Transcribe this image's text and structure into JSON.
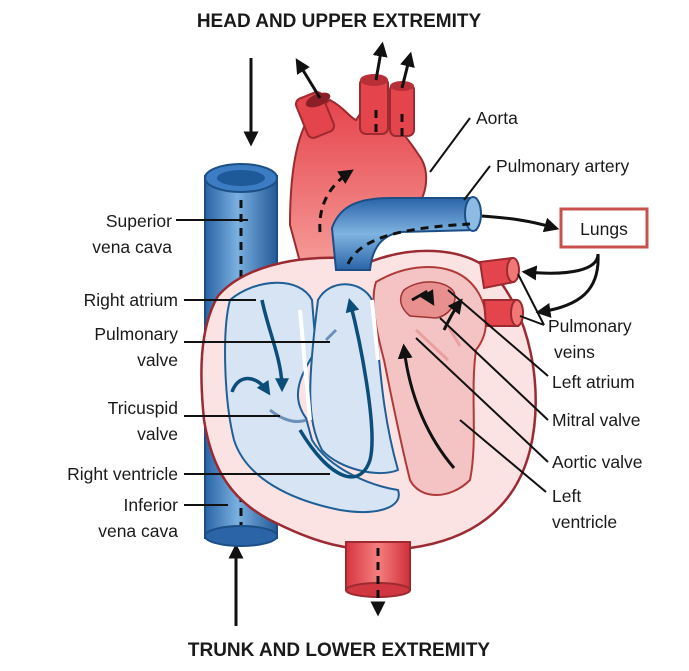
{
  "title_top": "HEAD AND UPPER EXTREMITY",
  "title_bottom": "TRUNK AND LOWER EXTREMITY",
  "labels": {
    "aorta": "Aorta",
    "pulmonary_artery": "Pulmonary artery",
    "lungs": "Lungs",
    "superior_vena_cava_1": "Superior",
    "superior_vena_cava_2": "vena cava",
    "right_atrium": "Right atrium",
    "pulmonary_valve_1": "Pulmonary",
    "pulmonary_valve_2": "valve",
    "tricuspid_valve_1": "Tricuspid",
    "tricuspid_valve_2": "valve",
    "right_ventricle": "Right ventricle",
    "inferior_vena_cava_1": "Inferior",
    "inferior_vena_cava_2": "vena cava",
    "pulmonary_veins_1": "Pulmonary",
    "pulmonary_veins_2": "veins",
    "left_atrium": "Left atrium",
    "mitral_valve": "Mitral valve",
    "aortic_valve": "Aortic valve",
    "left_ventricle_1": "Left",
    "left_ventricle_2": "ventricle"
  },
  "colors": {
    "oxygenated": "#e8414a",
    "deoxygenated": "#2f6fb5",
    "lungs_box": "#c8504f"
  }
}
